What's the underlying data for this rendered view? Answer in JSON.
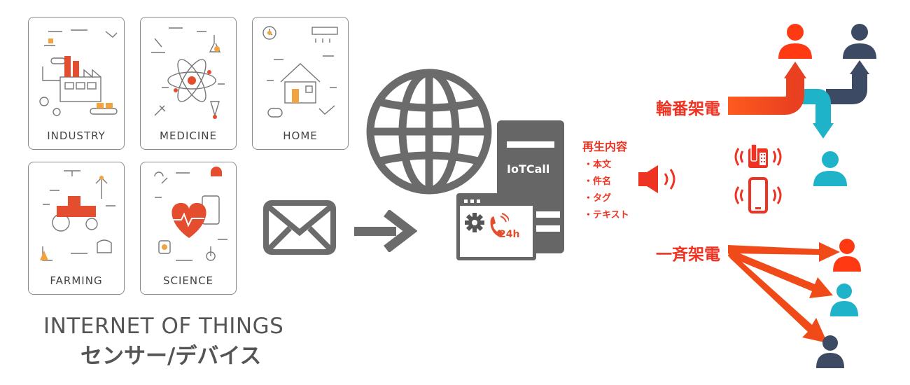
{
  "cards": [
    {
      "label": "INDUSTRY",
      "icon": "factory-icon"
    },
    {
      "label": "MEDICINE",
      "icon": "atom-icon"
    },
    {
      "label": "HOME",
      "icon": "house-icon"
    },
    {
      "label": "FARMING",
      "icon": "tractor-icon"
    },
    {
      "label": "SCIENCE",
      "icon": "heart-icon"
    }
  ],
  "iot": {
    "title": "INTERNET OF THINGS",
    "subtitle": "センサー/デバイス"
  },
  "server": {
    "label": "IoTCall",
    "badge": "24h"
  },
  "playback": {
    "title": "再生内容",
    "items": [
      "・本文",
      "・件名",
      "・タグ",
      "・テキスト"
    ]
  },
  "calls": {
    "rotation": "輪番架電",
    "broadcast": "一斉架電"
  },
  "colors": {
    "accent_red": "#ee3322",
    "navy": "#3d4a63",
    "teal": "#1fb3c9",
    "gray": "#6b6b6b"
  }
}
